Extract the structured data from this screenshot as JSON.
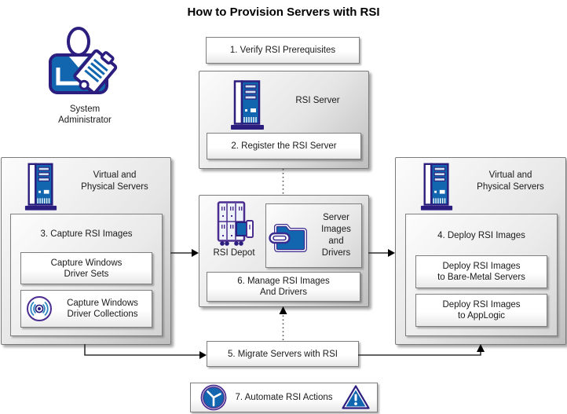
{
  "title": "How to Provision Servers with RSI",
  "actor": {
    "line1": "System",
    "line2": "Administrator"
  },
  "step1": {
    "label": "1. Verify RSI Prerequisites"
  },
  "rsi_server": {
    "label": "RSI Server",
    "step2": {
      "label": "2. Register the RSI Server"
    }
  },
  "capture": {
    "header_line1": "Virtual and",
    "header_line2": "Physical Servers",
    "step3": {
      "label": "3. Capture RSI Images"
    },
    "driver_sets": {
      "line1": "Capture Windows",
      "line2": "Driver Sets"
    },
    "driver_collections": {
      "line1": "Capture Windows",
      "line2": "Driver Collections"
    }
  },
  "depot": {
    "label": "RSI Depot",
    "images": {
      "line1": "Server",
      "line2": "Images",
      "line3": "and",
      "line4": "Drivers"
    },
    "step6": {
      "line1": "6. Manage RSI Images",
      "line2": "And Drivers"
    }
  },
  "deploy": {
    "header_line1": "Virtual and",
    "header_line2": "Physical Servers",
    "step4": {
      "label": "4. Deploy RSI Images"
    },
    "bare_metal": {
      "line1": "Deploy RSI Images",
      "line2": "to Bare-Metal Servers"
    },
    "applogic": {
      "line1": "Deploy RSI Images",
      "line2": "to AppLogic"
    }
  },
  "step5": {
    "label": "5. Migrate Servers with RSI"
  },
  "step7": {
    "label": "7. Automate RSI Actions"
  },
  "icons": {
    "actor": "system-administrator-icon",
    "server": "server-tower-icon",
    "depot": "storage-depot-icon",
    "folder": "folder-icon",
    "collections": "driver-collections-icon",
    "clock": "clock-icon",
    "warning": "warning-triangle-icon"
  },
  "colors": {
    "icon_blue": "#1266AF",
    "icon_navy": "#2B1E7E",
    "icon_purple": "#4B2D8F",
    "box_border": "#7F7F7F",
    "arrow": "#000000"
  }
}
